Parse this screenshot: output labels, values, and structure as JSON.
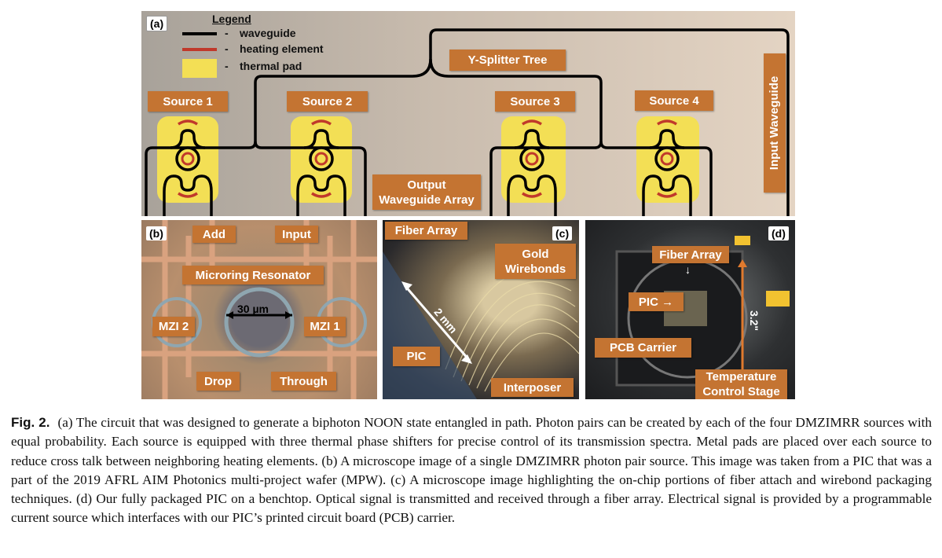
{
  "figure": {
    "panel_a": {
      "tag": "(a)",
      "legend": {
        "title": "Legend",
        "items": [
          {
            "label": "waveguide",
            "color": "#000000"
          },
          {
            "label": "heating element",
            "color": "#c0392b"
          },
          {
            "label": "thermal pad",
            "color": "#f4e04d"
          }
        ],
        "dash": "-"
      },
      "labels": {
        "source1": "Source 1",
        "source2": "Source 2",
        "source3": "Source 3",
        "source4": "Source 4",
        "splitter": "Y-Splitter Tree",
        "output": "Output Waveguide Array",
        "input": "Input Waveguide"
      }
    },
    "panel_b": {
      "tag": "(b)",
      "labels": {
        "add": "Add",
        "input": "Input",
        "ring": "Microring Resonator",
        "scale": "30 µm",
        "mzi2": "MZI 2",
        "mzi1": "MZI 1",
        "drop": "Drop",
        "through": "Through"
      }
    },
    "panel_c": {
      "tag": "(c)",
      "labels": {
        "fiber": "Fiber Array",
        "gold": "Gold Wirebonds",
        "scale": "2 mm",
        "pic": "PIC",
        "interposer": "Interposer"
      }
    },
    "panel_d": {
      "tag": "(d)",
      "labels": {
        "fiber": "Fiber Array",
        "pic": "PIC →",
        "size": "3.2\"",
        "pcb": "PCB Carrier",
        "stage": "Temperature Control Stage"
      }
    },
    "label_color": "#c47432"
  },
  "caption": {
    "fig": "Fig. 2.",
    "text": "(a) The circuit that was designed to generate a biphoton NOON state entangled in path. Photon pairs can be created by each of the four DMZIMRR sources with equal probability. Each source is equipped with three thermal phase shifters for precise control of its transmission spectra. Metal pads are placed over each source to reduce cross talk between neighboring heating elements. (b) A microscope image of a single DMZIMRR photon pair source. This image was taken from a PIC that was a part of the 2019 AFRL AIM Photonics multi-project wafer (MPW). (c) A microscope image highlighting the on-chip portions of fiber attach and wirebond packaging techniques. (d) Our fully packaged PIC on a benchtop. Optical signal is transmitted and received through a fiber array. Electrical signal is provided by a programmable current source which interfaces with our PIC’s printed circuit board (PCB) carrier."
  }
}
